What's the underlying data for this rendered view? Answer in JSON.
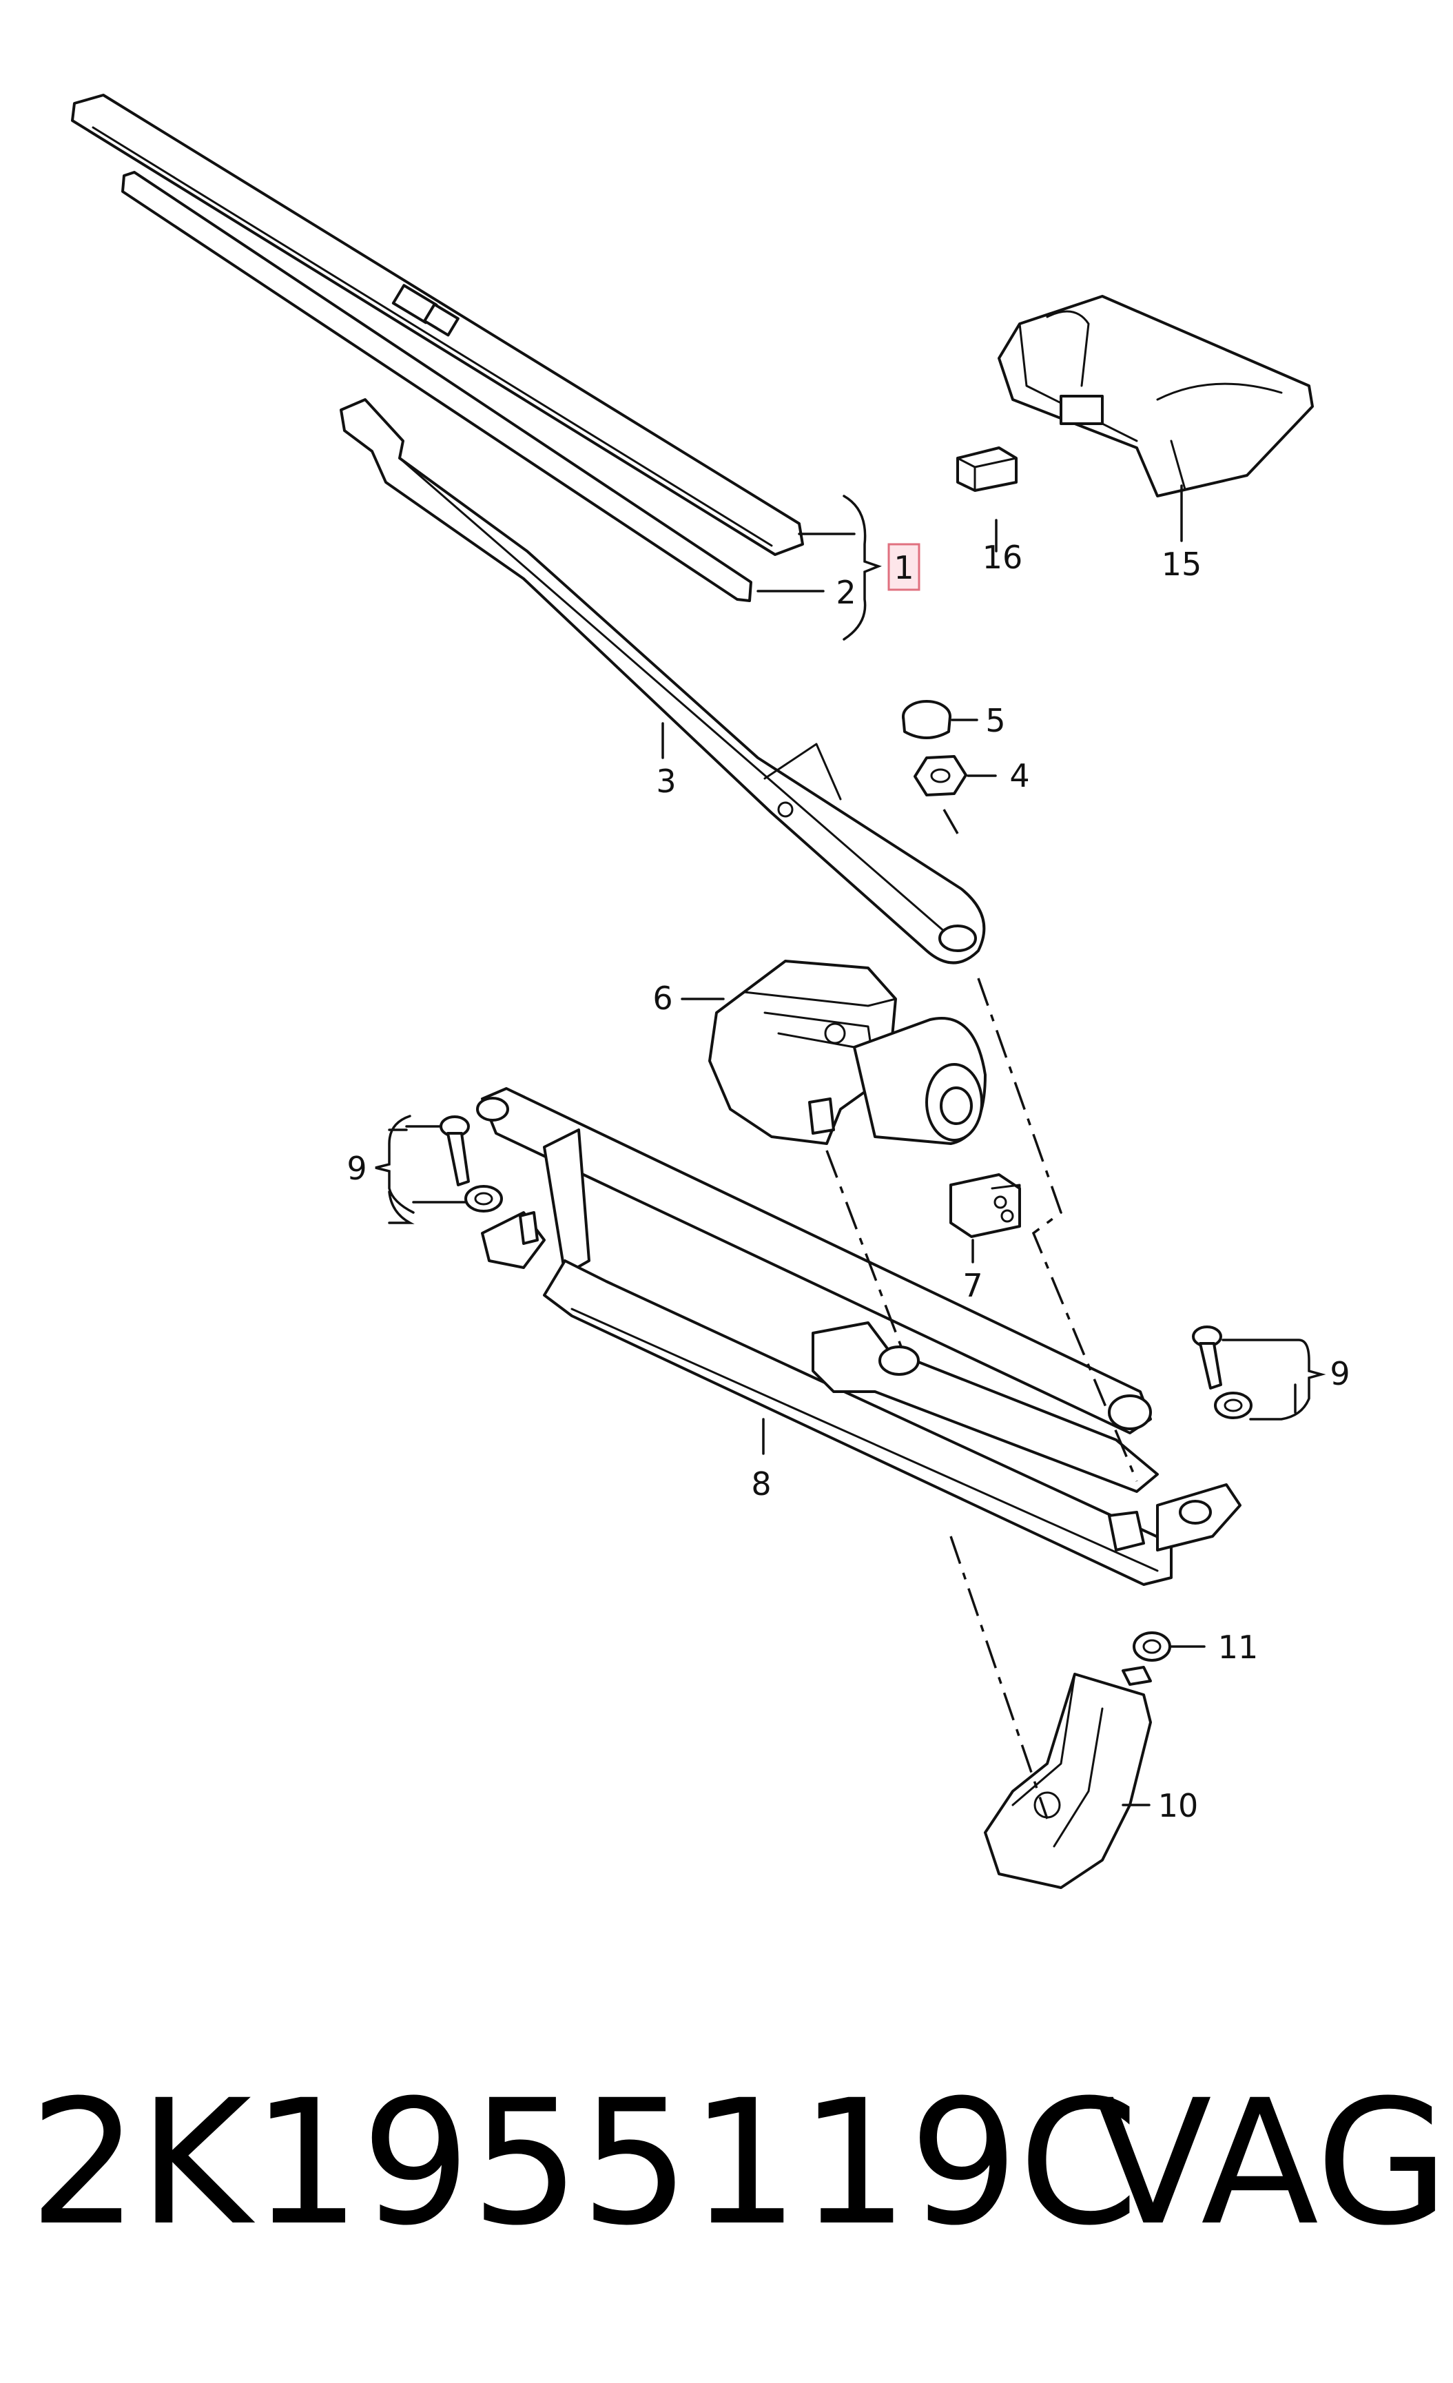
{
  "callouts": {
    "c1": "1",
    "c2": "2",
    "c3": "3",
    "c4": "4",
    "c5": "5",
    "c6": "6",
    "c7": "7",
    "c8": "8",
    "c9a": "9",
    "c9b": "9",
    "c10": "10",
    "c11": "11",
    "c15": "15",
    "c16": "16"
  },
  "highlighted_callout": "1",
  "highlight_color": "#fde6ea",
  "footer": {
    "part_number": "2K1955119C",
    "brand": "VAG"
  }
}
